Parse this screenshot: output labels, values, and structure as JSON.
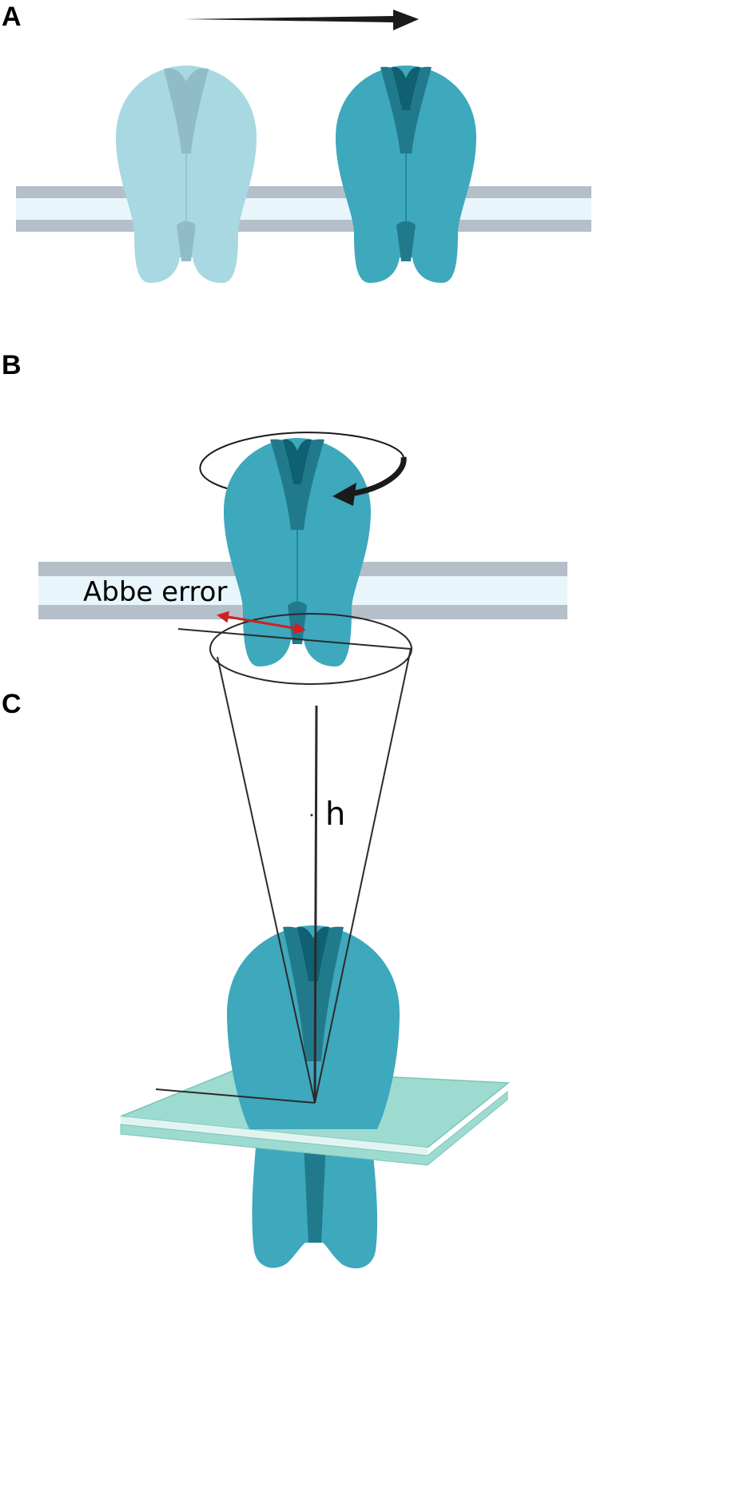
{
  "panels": {
    "a": {
      "letter": "A"
    },
    "b": {
      "letter": "B"
    },
    "c": {
      "letter": "C",
      "abbe_label": "Abbe error",
      "height_label": "h"
    }
  },
  "colors": {
    "protein_faded": "#a8d8e1",
    "protein_faded_groove": "#90bcc7",
    "protein": "#3ea8bd",
    "protein_groove": "#217a8c",
    "protein_groove_dark": "#0f6070",
    "membrane_band": "#b4bfca",
    "membrane_core": "#e8f6fc",
    "slide": "#9ddbd0",
    "slide_edge": "#7cc4b9",
    "abbe_arrow": "#d21f1f",
    "line": "#1a1a1a"
  },
  "icons": {
    "movement": "right-arrow-icon",
    "rotation": "rotation-arrow-icon"
  }
}
